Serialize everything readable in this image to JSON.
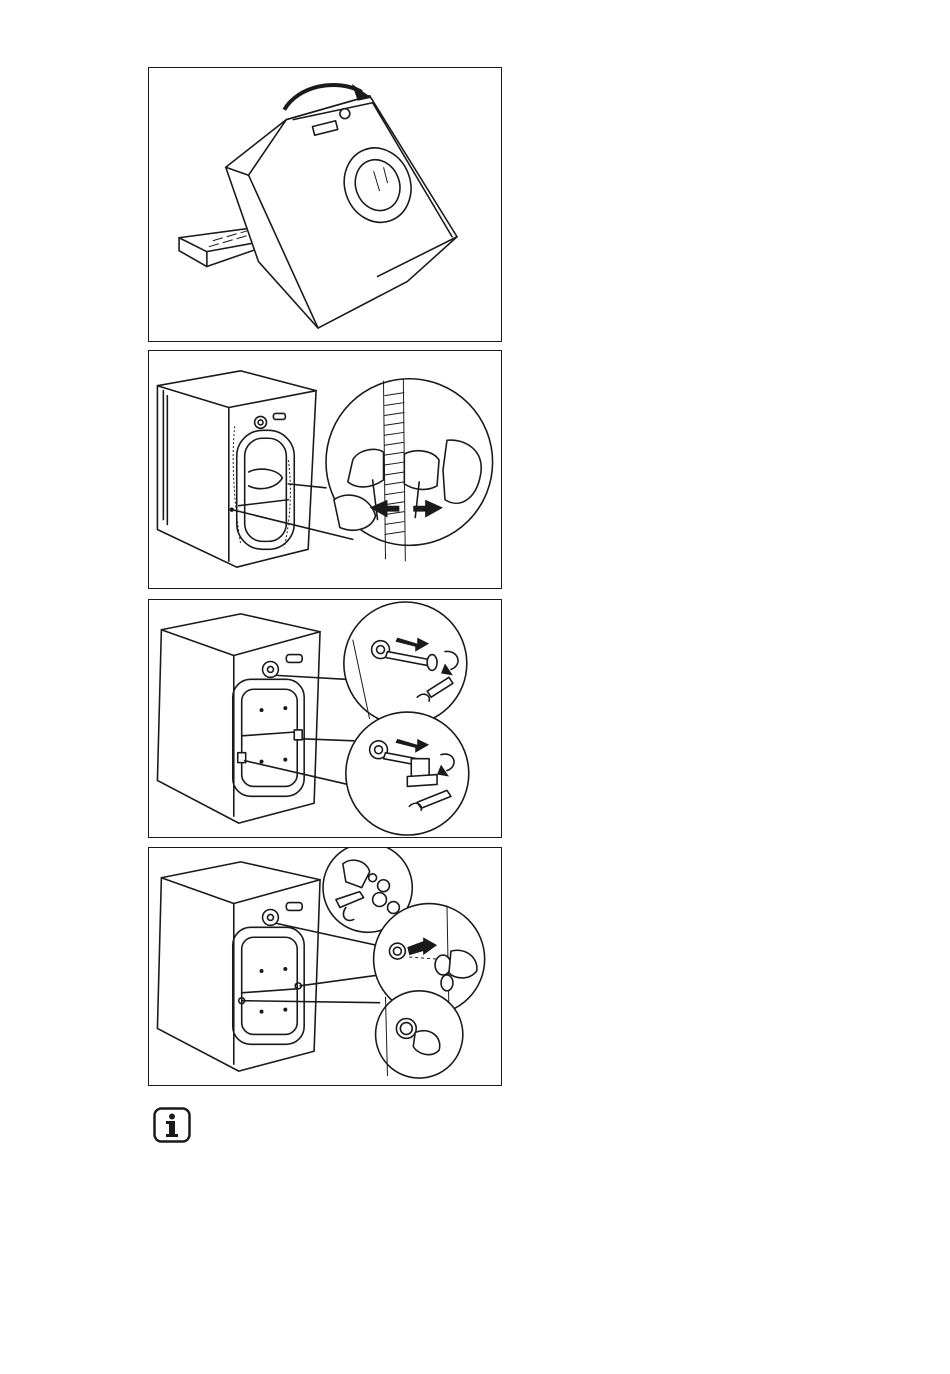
{
  "figures": [
    {
      "icon": "washer-tilt-figure"
    },
    {
      "icon": "hose-clip-removal-figure"
    },
    {
      "icon": "transit-bolt-removal-figure"
    },
    {
      "icon": "plastic-cap-insertion-figure"
    }
  ],
  "info_icon": "info-icon",
  "colors": {
    "line": "#1a1a1a",
    "background": "#ffffff"
  }
}
